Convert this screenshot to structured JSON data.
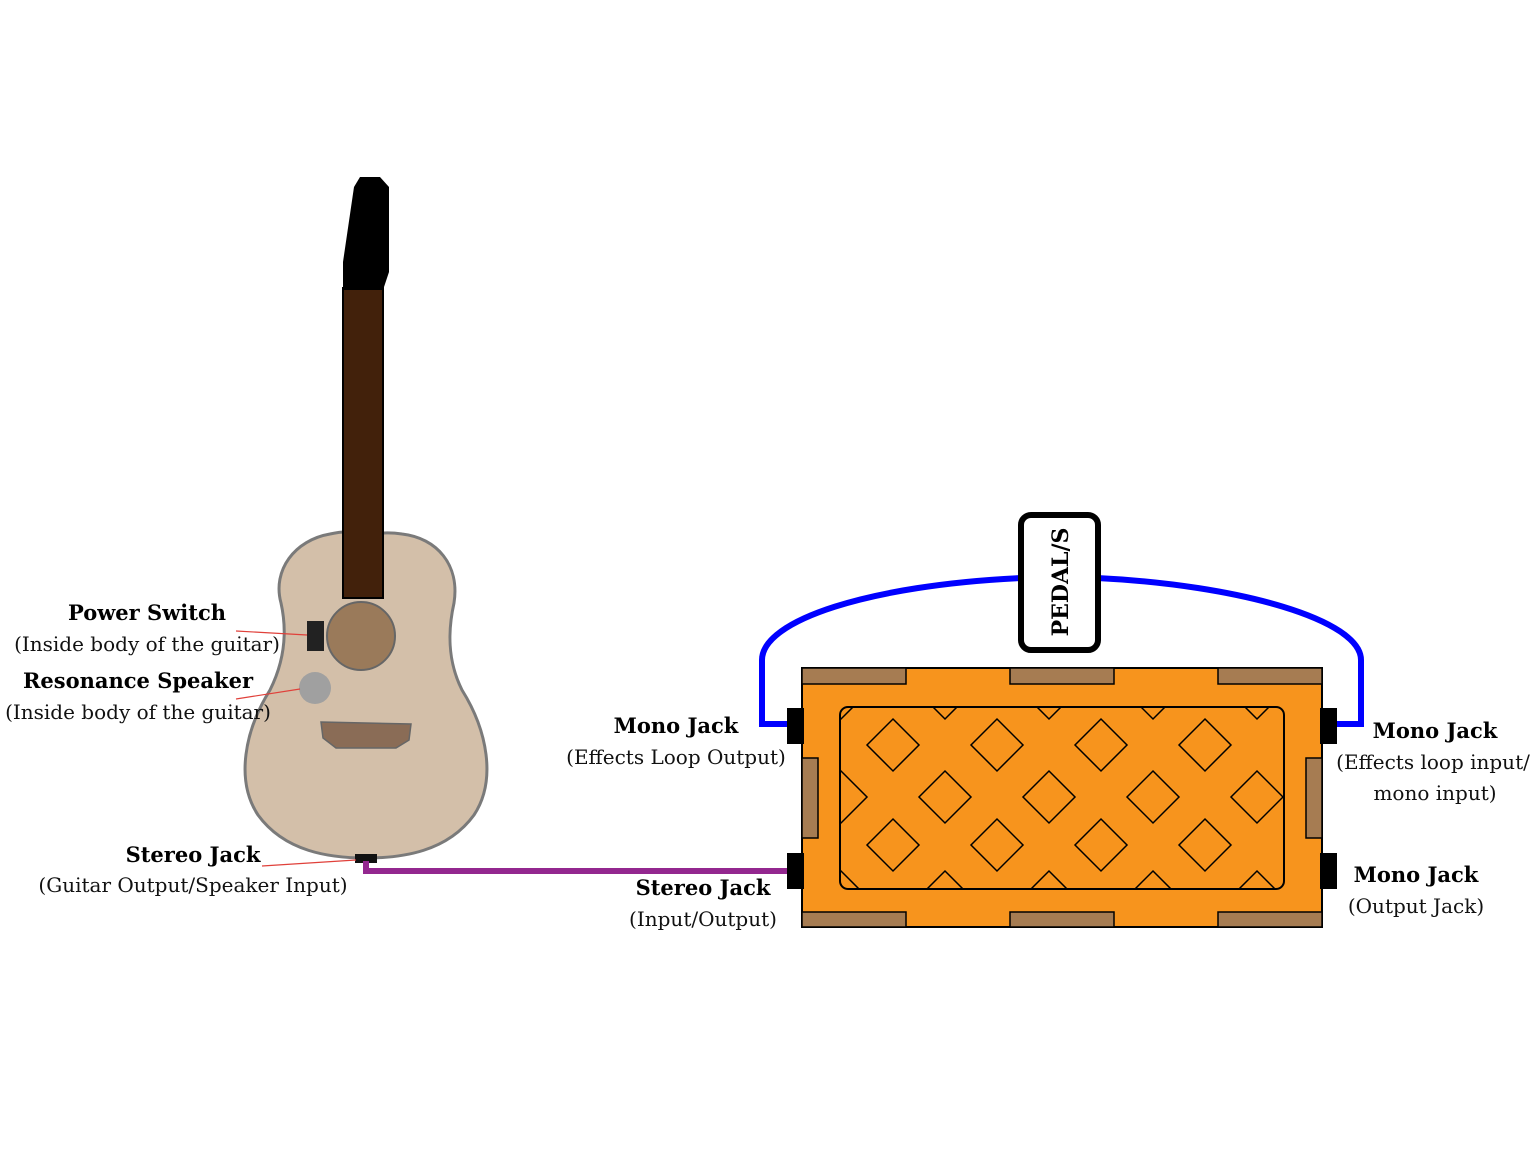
{
  "diagram": {
    "colors": {
      "guitar_body": "#d3bfa9",
      "guitar_outline": "#7a7a7a",
      "neck": "#42210b",
      "headstock": "#000000",
      "soundhole": "#9a7a5a",
      "bridge": "#8a6c56",
      "speaker": "#a0a0a0",
      "amp_body": "#f7941d",
      "amp_trim": "#a67c52",
      "stereo_cable": "#93278f",
      "effects_cable": "#0000ff"
    },
    "labels": {
      "power_switch": {
        "title": "Power Switch",
        "detail": "(Inside body of  the guitar)"
      },
      "resonance_speaker": {
        "title": "Resonance Speaker",
        "detail": "(Inside body of  the guitar)"
      },
      "guitar_stereo_jack": {
        "title": "Stereo Jack",
        "detail": "(Guitar Output/Speaker Input)"
      },
      "amp_stereo_jack": {
        "title": "Stereo Jack",
        "detail": "(Input/Output)"
      },
      "effects_loop_output": {
        "title": "Mono Jack",
        "detail": "(Effects Loop Output)"
      },
      "effects_loop_input": {
        "title": "Mono Jack",
        "detail_line1": "(Effects loop input/",
        "detail_line2": "mono input)"
      },
      "output_jack": {
        "title": "Mono Jack",
        "detail": "(Output Jack)"
      },
      "pedal": "PEDAL/S"
    }
  }
}
